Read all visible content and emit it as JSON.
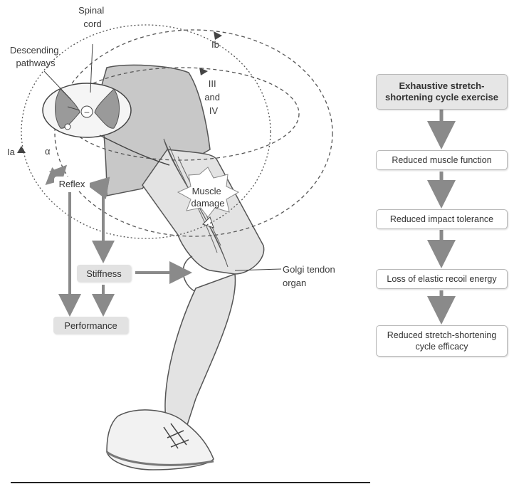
{
  "diagram": {
    "labels": {
      "spinal_cord": [
        "Spinal",
        "cord"
      ],
      "descending": [
        "Descending",
        "pathways"
      ],
      "ib": "Ib",
      "iii_iv": [
        "III",
        "and",
        "IV"
      ],
      "ia": "Ia",
      "alpha": "α",
      "minus": "–",
      "reflex": "Reflex",
      "stiffness": "Stiffness",
      "performance": "Performance",
      "muscle_damage": [
        "Muscle",
        "damage"
      ],
      "golgi": [
        "Golgi tendon",
        "organ"
      ]
    }
  },
  "flowchart": {
    "steps": [
      {
        "lines": [
          "Exhaustive stretch-",
          "shortening cycle exercise"
        ]
      },
      {
        "lines": [
          "Reduced muscle function"
        ]
      },
      {
        "lines": [
          "Reduced impact tolerance"
        ]
      },
      {
        "lines": [
          "Loss of elastic recoil energy"
        ]
      },
      {
        "lines": [
          "Reduced stretch-shortening",
          "cycle efficacy"
        ]
      }
    ]
  }
}
